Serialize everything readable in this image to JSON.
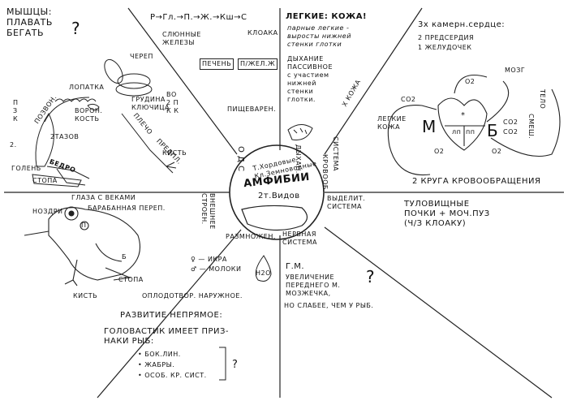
{
  "center": {
    "title": "АМФИБИИ",
    "subtitle": "Т.Хордовые\nКл.Земноводные",
    "species": "2т.Видов"
  },
  "sector_muscles": {
    "question": "МЫШЦЫ:\nПЛАВАТЬ\nБЕГАТЬ",
    "qmark": "?",
    "cherep": "ЧЕРЕП",
    "lopatka": "ЛОПАТКА",
    "pozvon": "ПОЗВОН.",
    "vorona": "ВОРОН.\nКОСТЬ",
    "grudina": "ГРУДИНА\nКЛЮЧИЦА",
    "vo_p": "ВО\n2 П\nК К",
    "p_k_z": "П\nЗ\nК",
    "two": "2.",
    "tazov": "2ТАЗОВ",
    "bedro": "БЕДРО",
    "golen": "ГОЛЕНЬ",
    "stopa": "СТОПА",
    "plecho": "ПЛЕЧО",
    "predpl": "ПРЕДПЛ.",
    "kist": "КИСТЬ",
    "ods": "О Д С"
  },
  "sector_digest": {
    "chain": "Р→Гл.→П.→Ж.→Кш→С",
    "kloaka": "КЛОАКА",
    "slyunnye": "СЛЮННЫЕ\nЖЕЛЕЗЫ",
    "pechen": "ПЕЧЕНЬ",
    "pzhel": "П/ЖЕЛ.Ж",
    "label": "ПИЩЕВАРЕН."
  },
  "sector_breath": {
    "title": "ЛЕГКИЕ: КОЖА!",
    "text1": "парные легкие -\nвыросты нижней\nстенки глотки",
    "text2": "ДЫХАНИЕ\nПАССИВНОЕ\nс участием\nнижней\nстенки\nглотки.",
    "kozha": "Х КОЖА",
    "dykh": "ДЫХАН.",
    "sistema": "СИСТЕМА"
  },
  "sector_heart": {
    "title": "3х камерн.сердце:",
    "line1": "2 ПРЕДСЕРДИЯ",
    "line2": "1 ЖЕЛУДОЧЕК",
    "co2_a": "CO2",
    "o2_a": "O2",
    "mozg": "МОЗГ",
    "telo": "ТЕЛО",
    "legkie": "ЛЕГКИЕ\nКОЖА",
    "big_m": "М",
    "big_b": "Б",
    "lp": "лп",
    "pp": "пп",
    "star": "*",
    "co2_b": "CO2",
    "co2_c": "CO2",
    "o2_b": "O2",
    "o2_c": "O2",
    "smesh": "СМЕШ.",
    "kruga": "2 КРУГА КРОВООБРАЩЕНИЯ",
    "krov": "КРОВООБ."
  },
  "sector_frog": {
    "glaza": "ГЛАЗА С ВЕКАМИ",
    "baraban": "БАРАБАННАЯ ПЕРЕП.",
    "nozdri": "НОЗДРИ",
    "kist": "КИСТЬ",
    "stopa": "СТОПА",
    "b": "Б",
    "p": "П",
    "vneshnee": "ВНЕШНЕЕ\nСТРОЕН."
  },
  "sector_excr": {
    "title": "ВЫДЕЛИТ.\nСИСТЕМА",
    "text": "ТУЛОВИЩНЫЕ\nПОЧКИ + МОЧ.ПУЗ\n(Ч/З КЛОАКУ)"
  },
  "sector_repro": {
    "title": "РАЗМНОЖЕН.",
    "female": "♀ — ИКРА",
    "male": "♂ — МОЛОКИ",
    "h2o": "H2O",
    "text1": "ОПЛОДОТВОР. НАРУЖНОЕ.",
    "text2": "РАЗВИТИЕ НЕПРЯМОЕ:",
    "text3": "ГОЛОВАСТИК ИМЕЕТ ПРИЗ-\nНАКИ РЫБ:",
    "b1": "• БОК.ЛИН.",
    "b2": "• ЖАБРЫ.",
    "b3": "• ОСОБ. КР. СИСТ.",
    "q": "?"
  },
  "sector_nerve": {
    "title": "НЕРВНАЯ\nСИСТЕМА",
    "gm": "Г.М.",
    "text": "УВЕЛИЧЕНИЕ\nПЕРЕДНЕГО М.\nМОЗЖЕЧКА,",
    "text2": "НО СЛАБЕЕ, ЧЕМ У РЫБ.",
    "q": "?"
  }
}
